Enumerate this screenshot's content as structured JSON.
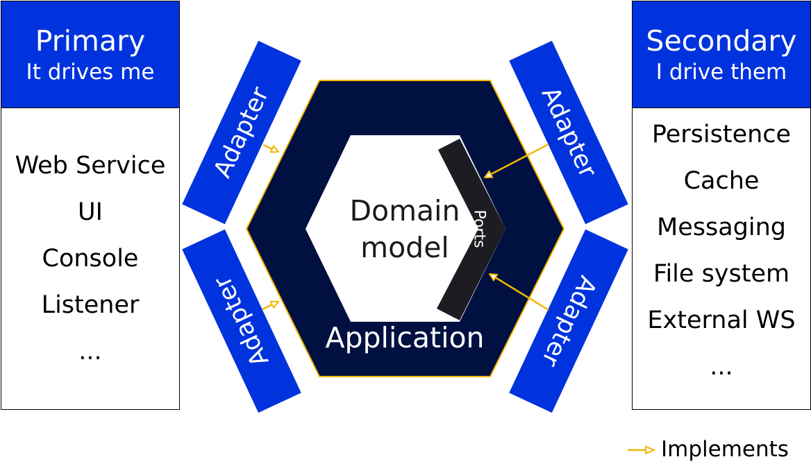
{
  "primary": {
    "title": "Primary",
    "subtitle": "It drives me",
    "items": [
      "Web Service",
      "UI",
      "Console",
      "Listener",
      "..."
    ]
  },
  "secondary": {
    "title": "Secondary",
    "subtitle": "I drive them",
    "items": [
      "Persistence",
      "Cache",
      "Messaging",
      "File system",
      "External WS",
      "..."
    ]
  },
  "hexagon": {
    "application_label": "Application",
    "domain_label_line1": "Domain",
    "domain_label_line2": "model",
    "ports_label": "Ports"
  },
  "adapters": {
    "top_left": "Adapter",
    "bottom_left": "Adapter",
    "top_right": "Adapter",
    "bottom_right": "Adapter"
  },
  "legend": {
    "label": "Implements"
  },
  "colors": {
    "brand_blue": "#0033dd",
    "navy": "#001040",
    "port_black": "#1c1c22",
    "arrow_gold": "#f2b705"
  }
}
